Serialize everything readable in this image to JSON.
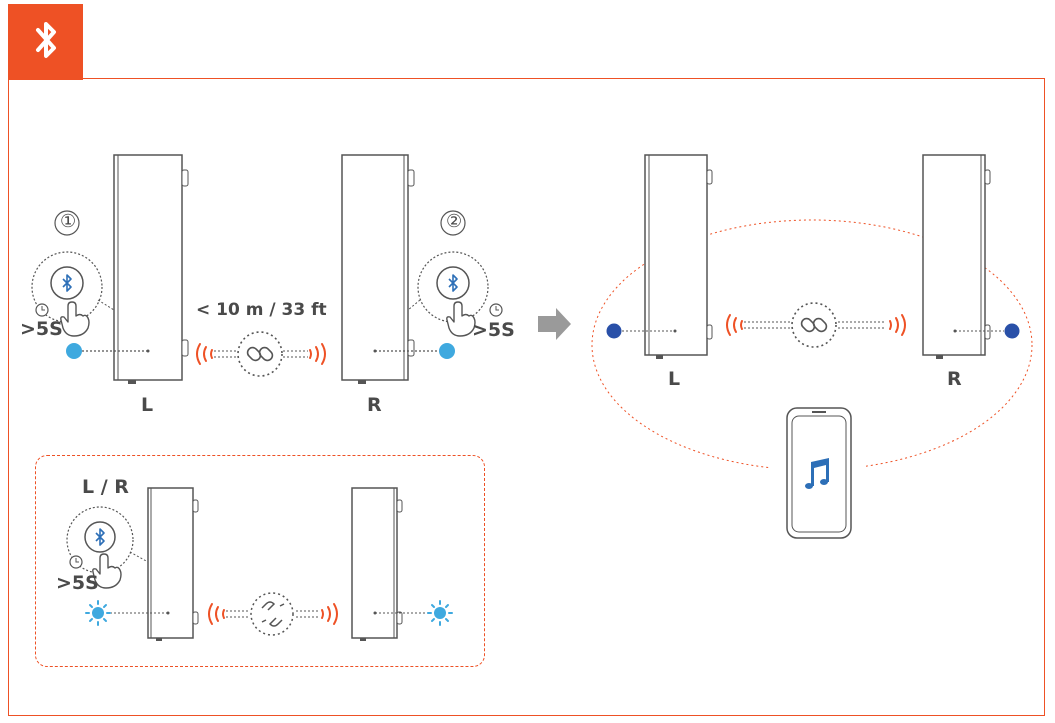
{
  "colors": {
    "accent": "#ee5125",
    "bt_blue": "#2d6fb7",
    "led_light_blue": "#3fa9df",
    "led_dark_blue": "#2950a8",
    "line_gray": "#555555"
  },
  "header": {
    "icon": "bluetooth-icon"
  },
  "pairing": {
    "step1": "①",
    "step2": "②",
    "left_hold": ">5S",
    "right_hold": ">5S",
    "distance": "< 10 m / 33 ft",
    "left_label": "L",
    "right_label": "R"
  },
  "connected": {
    "left_label": "L",
    "right_label": "R",
    "phone_icon": "music-note-icon"
  },
  "unpair": {
    "label": "L / R",
    "hold": ">5S"
  }
}
